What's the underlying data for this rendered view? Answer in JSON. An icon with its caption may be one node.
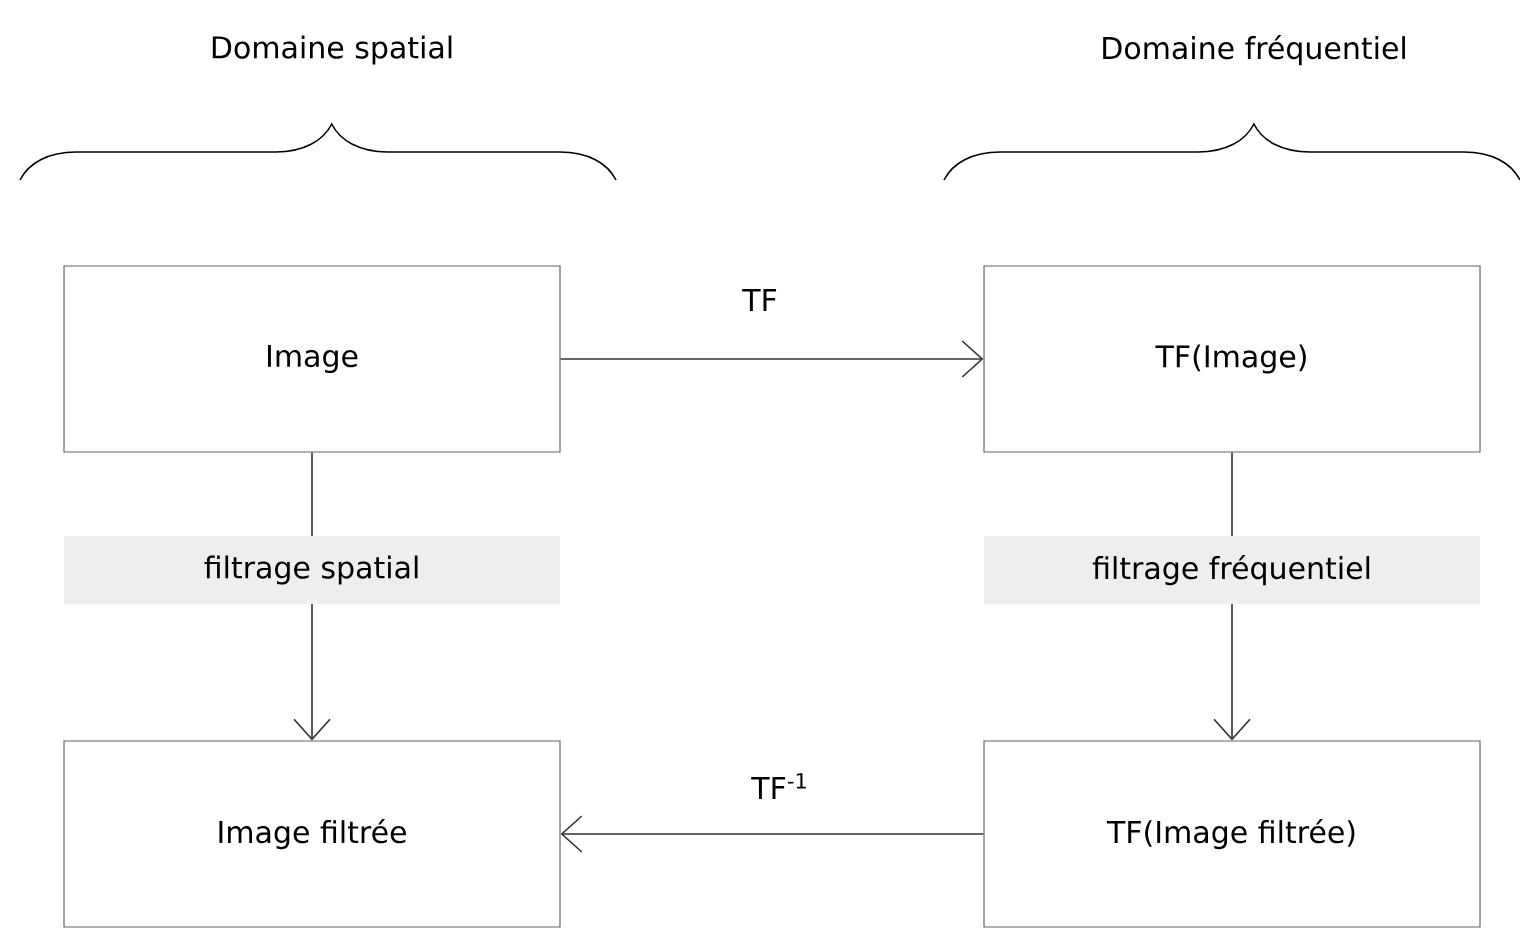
{
  "diagram": {
    "nodes": [
      {
        "text": [
          "Image"
        ]
      },
      {
        "text": [
          "TF(Image)"
        ]
      },
      {
        "text": [
          "Image filtrée"
        ]
      },
      {
        "text": [
          "TF(Image filtrée)"
        ]
      }
    ],
    "edges": [
      {
        "from": 0,
        "to": 1,
        "arrow": "to",
        "label": "TF"
      },
      {
        "from": 0,
        "to": 2,
        "arrow": "to",
        "label": "filtrage spatial"
      },
      {
        "from": 1,
        "to": 3,
        "arrow": "to",
        "label": "filtrage fréquentiel"
      },
      {
        "from": 3,
        "to": 2,
        "arrow": "to",
        "label": "TF$^{-1}$"
      }
    ],
    "labels": [
      "Domaine spatial",
      "Domaine fréquentiel"
    ]
  }
}
